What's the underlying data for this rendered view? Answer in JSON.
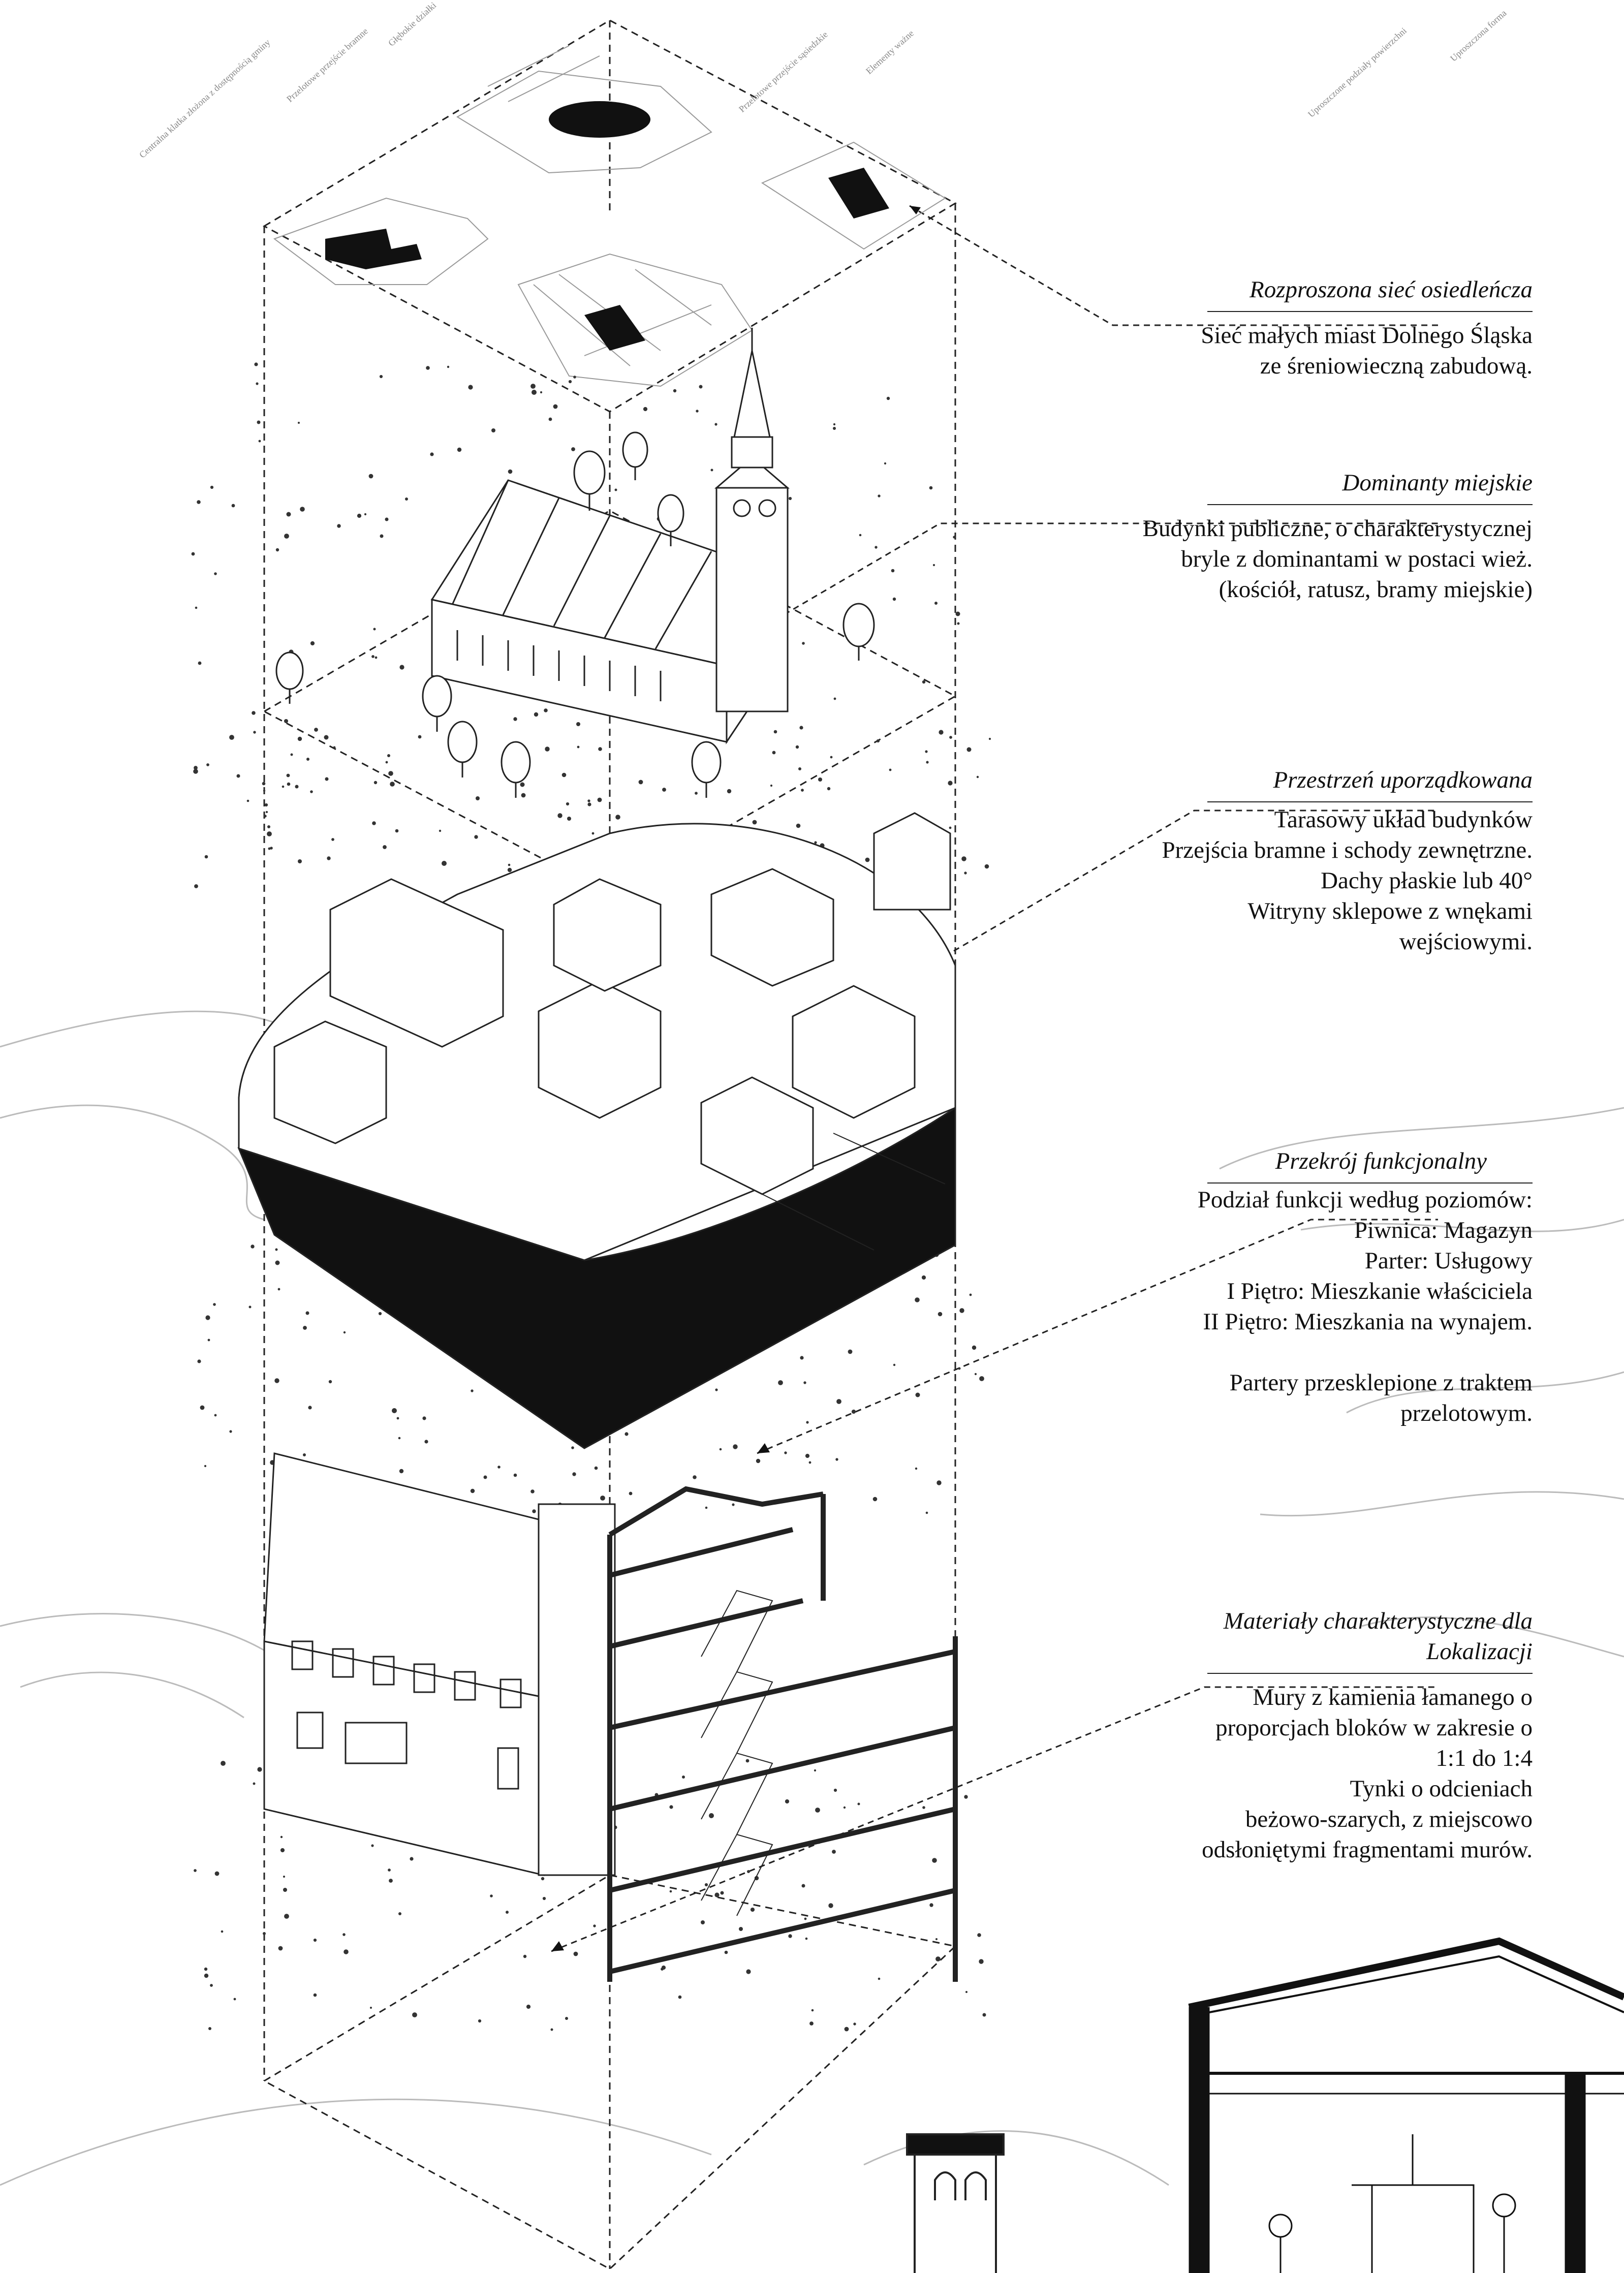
{
  "annotations": [
    {
      "title": "Rozproszona sieć osiedleńcza",
      "body": "Sieć małych miast Dolnego Śląska\nze śreniowieczną zabudową."
    },
    {
      "title": "Dominanty miejskie",
      "body": "Budynki publiczne, o charakterystycznej\nbryle z dominantami w postaci wież.\n(kościół, ratusz, bramy miejskie)"
    },
    {
      "title": "Przestrzeń uporządkowana",
      "body": "Tarasowy układ budynków\nPrzejścia bramne i schody zewnętrzne.\nDachy płaskie lub 40°\nWitryny sklepowe z wnękami\nwejściowymi."
    },
    {
      "title": "Przekrój funkcjonalny",
      "body": "Podział funkcji według poziomów:\nPiwnica: Magazyn\nParter: Usługowy\nI Piętro: Mieszkanie właściciela\nII Piętro: Mieszkania na wynajem.\n\nPartery przesklepione z traktem\nprzelotowym."
    },
    {
      "title": "Materiały charakterystyczne dla\nLokalizacji",
      "body": "Mury z kamienia łamanego o\nproporcjach bloków w zakresie o\n1:1 do 1:4\nTynki o odcieniach\nbeżowo-szarych, z miejscowo\nodsłoniętymi fragmentami murów."
    }
  ],
  "map_labels": [
    "Centralna klatka złożona z dostępnością gminy",
    "Przelotowe przejście bramne",
    "Głębokie działki",
    "Przelotowe przejście sąsiedzkie",
    "Elementy ważne",
    "Uproszczone podziały powierzchni",
    "Uproszczona forma"
  ],
  "colors": {
    "ink": "#111111",
    "line": "#222222",
    "faint": "#bbbbbb"
  }
}
